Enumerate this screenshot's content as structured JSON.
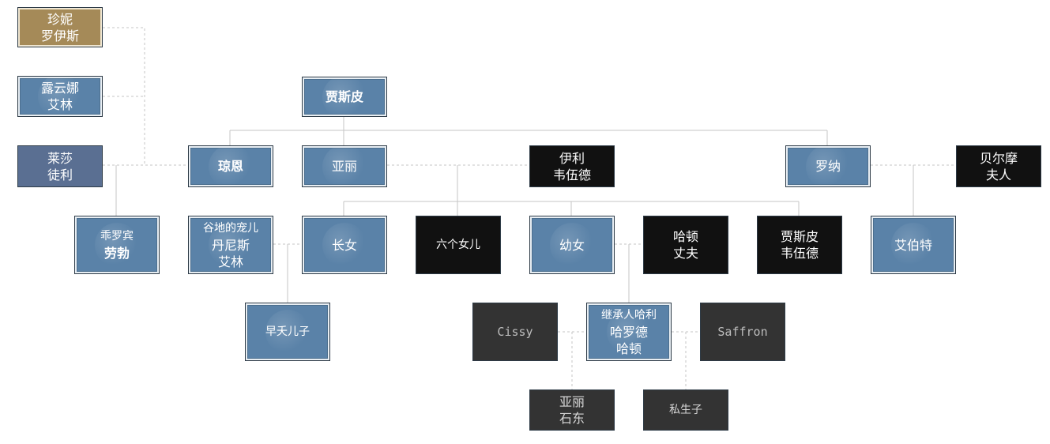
{
  "nodes": {
    "jenny": {
      "line1": "珍妮",
      "line2": "罗伊斯"
    },
    "rowena": {
      "line1": "露云娜",
      "line2": "艾林"
    },
    "lysa": {
      "line1": "莱莎",
      "line2": "徒利"
    },
    "jasper": {
      "line1": "贾斯皮"
    },
    "jon": {
      "line1": "琼恩"
    },
    "ali": {
      "line1": "亚丽"
    },
    "elys": {
      "line1": "伊利",
      "line2": "韦伍德"
    },
    "rhona": {
      "line1": "罗纳"
    },
    "lady_belmore": {
      "line1": "贝尔摩",
      "line2": "夫人"
    },
    "robin": {
      "line1": "乖罗宾",
      "line2": "劳勃"
    },
    "gulltown_wench": {
      "line1": "谷地的宠儿",
      "line2": "丹尼斯",
      "line3": "艾林"
    },
    "eldest_daughter": {
      "line1": "长女"
    },
    "six_daughters": {
      "line1": "六个女儿"
    },
    "youngest_daughter": {
      "line1": "幼女"
    },
    "harlton_husband": {
      "line1": "哈顿",
      "line2": "丈夫"
    },
    "jasper_waxley": {
      "line1": "贾斯皮",
      "line2": "韦伍德"
    },
    "albert": {
      "line1": "艾伯特"
    },
    "stillborn_son": {
      "line1": "早夭儿子"
    },
    "cissy": {
      "line1": "Cissy"
    },
    "harry": {
      "line1": "继承人哈利",
      "line2": "哈罗德",
      "line3": "哈顿"
    },
    "saffron": {
      "line1": "Saffron"
    },
    "alayne": {
      "line1": "亚丽",
      "line2": "石东"
    },
    "bastard": {
      "line1": "私生子"
    }
  },
  "colors": {
    "house_arryn_blue": "#5a82a8",
    "royce_gold": "#a58a58",
    "outsider_black": "#111111",
    "minor_grey": "#333333",
    "connector_solid": "#c8c8c8",
    "connector_dashed": "#c8c8c8"
  },
  "icons": {
    "arryn_node_emblem": "falcon-emblem-icon"
  }
}
